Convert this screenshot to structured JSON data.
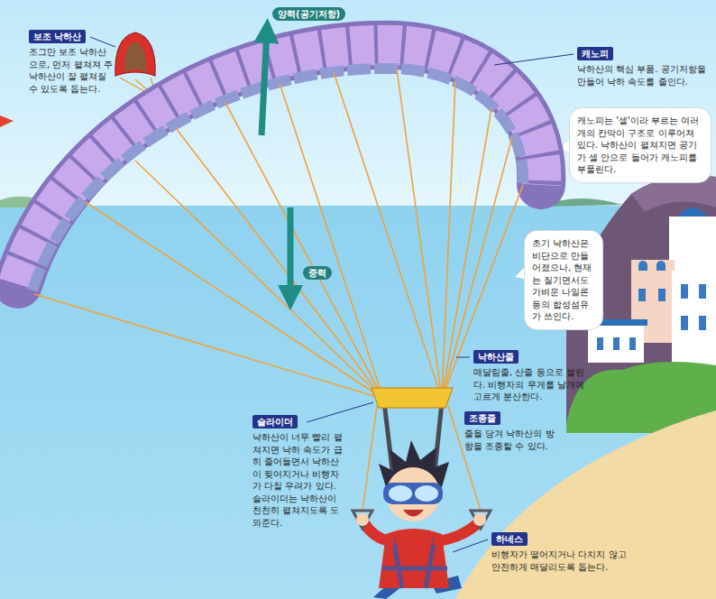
{
  "diagram": {
    "nodes": [
      {
        "text": [
          "보조 낙하산",
          "조그만 보조 낙하산으로, 먼저 펼쳐져 주 낙하산이 잘 펼쳐질 수 있도록 돕는다."
        ]
      },
      {
        "text": [
          "캐노피",
          "낙하산의 핵심 부품. 공기저항을 만들어 낙하 속도를 줄인다."
        ]
      },
      {
        "text": [
          "캐노피는 '셀'이라 부르는 여러 개의 칸막이 구조로 이루어져 있다. 낙하산이 펼쳐지면 공기가 셀 안으로 들어가 캐노피를 부풀린다."
        ]
      },
      {
        "text": [
          "초기 낙하산은 비단으로 만들어졌으나, 현재는 질기면서도 가벼운 나일론 등의 합성섬유가 쓰인다."
        ]
      },
      {
        "text": [
          "낙하산줄",
          "매달림줄, 산줄 등으로 불린다. 비행자의 무게를 날개에 고르게 분산한다."
        ]
      },
      {
        "text": [
          "조종줄",
          "줄을 당겨 낙하산의 방향을 조종할 수 있다."
        ]
      },
      {
        "text": [
          "슬라이더",
          "낙하산이 너무 빨리 펼쳐지면 낙하 속도가 급히 줄어들면서 낙하산이 찢어지거나 비행자가 다칠 우려가 있다. 슬라이더는 낙하산이 천천히 펼쳐지도록 도와준다."
        ]
      },
      {
        "text": [
          "하네스",
          "비행자가 떨어지거나 다치지 않고 안전하게 매달리도록 돕는다."
        ]
      }
    ],
    "labels": [
      "양력(공기저항)",
      "중력"
    ]
  }
}
